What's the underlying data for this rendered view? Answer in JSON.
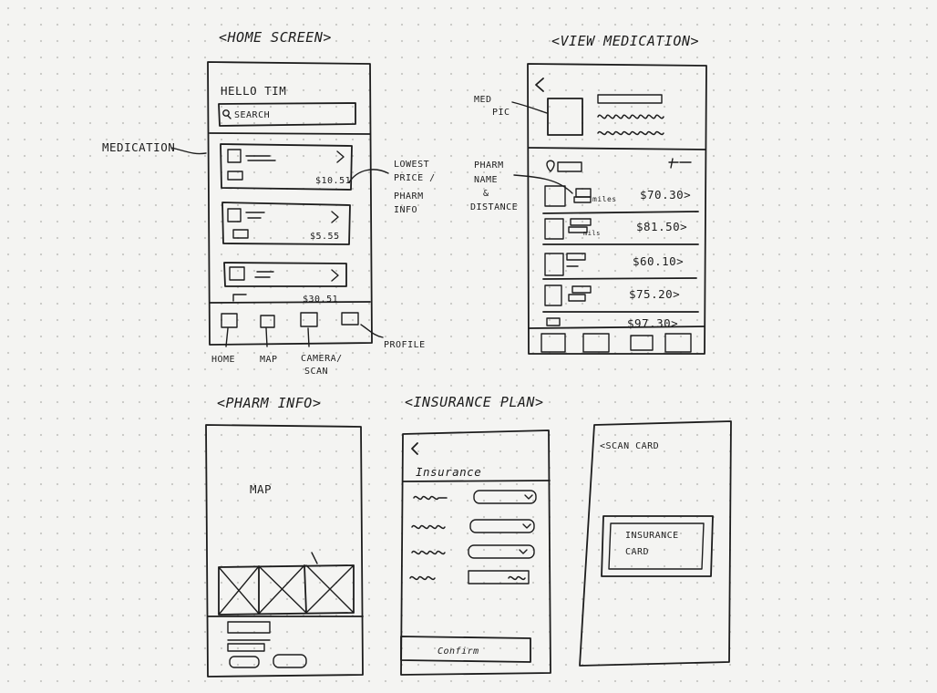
{
  "screens": {
    "home": {
      "title": "<HOME SCREEN>",
      "greeting": "HELLO TIM",
      "search_placeholder": "SEARCH",
      "cards": [
        {
          "price": "$10.51"
        },
        {
          "price": "$5.55"
        },
        {
          "price": "$30.51"
        }
      ],
      "nav": [
        "HOME",
        "MAP",
        "CAMERA/",
        "SCAN",
        "PROFILE"
      ]
    },
    "view_medication": {
      "title": "<VIEW MEDICATION>",
      "back": "<",
      "distance_unit": "miles",
      "prices": [
        "$70.30>",
        "$81.50>",
        "$60.10>",
        "$75.20>",
        "$97.30>"
      ]
    },
    "pharm_info": {
      "title": "<PHARM INFO>",
      "map_label": "MAP"
    },
    "insurance_plan": {
      "title": "<INSURANCE PLAN>",
      "back": "<",
      "heading": "Insurance",
      "confirm": "Confirm"
    },
    "scan_card": {
      "title": "<SCAN CARD",
      "card_line1": "INSURANCE",
      "card_line2": "CARD"
    }
  },
  "annotations": {
    "medication": "MEDICATION",
    "lowest_price": [
      "LOWEST",
      "PRICE /",
      "PHARM",
      "INFO"
    ],
    "med_pic": [
      "MED",
      "PIC"
    ],
    "pharm_name": [
      "PHARM",
      "NAME",
      "&",
      "DISTANCE"
    ],
    "nav_home": "HOME",
    "nav_map": "MAP",
    "nav_camera": [
      "CAMERA/",
      "SCAN"
    ],
    "nav_profile": "PROFILE"
  }
}
